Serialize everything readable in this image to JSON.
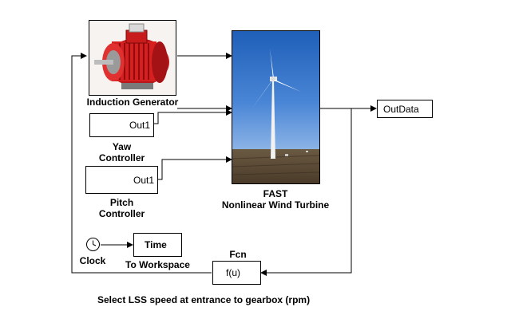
{
  "blocks": {
    "induction_generator": {
      "label": "Induction Generator"
    },
    "yaw_controller": {
      "port": "Out1",
      "label_line1": "Yaw",
      "label_line2": "Controller"
    },
    "pitch_controller": {
      "port": "Out1",
      "label_line1": "Pitch",
      "label_line2": "Controller"
    },
    "fast_turbine": {
      "label_line1": "FAST",
      "label_line2": "Nonlinear Wind Turbine"
    },
    "outdata": {
      "text": "OutData"
    },
    "clock": {
      "label": "Clock"
    },
    "to_workspace": {
      "text": "Time",
      "label": "To Workspace"
    },
    "fcn": {
      "title": "Fcn",
      "text": "f(u)"
    }
  },
  "caption": "Select LSS speed at entrance to gearbox (rpm)",
  "colors": {
    "wire": "#000000",
    "background": "#ffffff",
    "generator_red": "#d62020",
    "sky": "#2f6fc4"
  }
}
